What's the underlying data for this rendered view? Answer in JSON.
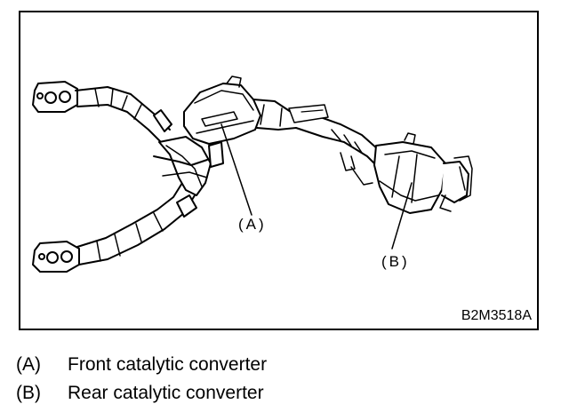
{
  "figure": {
    "callout_a": "(A)",
    "callout_b": "(B)",
    "code": "B2M3518A"
  },
  "legend": [
    {
      "key": "(A)",
      "text": "Front catalytic converter"
    },
    {
      "key": "(B)",
      "text": "Rear catalytic converter"
    }
  ],
  "colors": {
    "ink": "#000000",
    "paper": "#ffffff"
  }
}
